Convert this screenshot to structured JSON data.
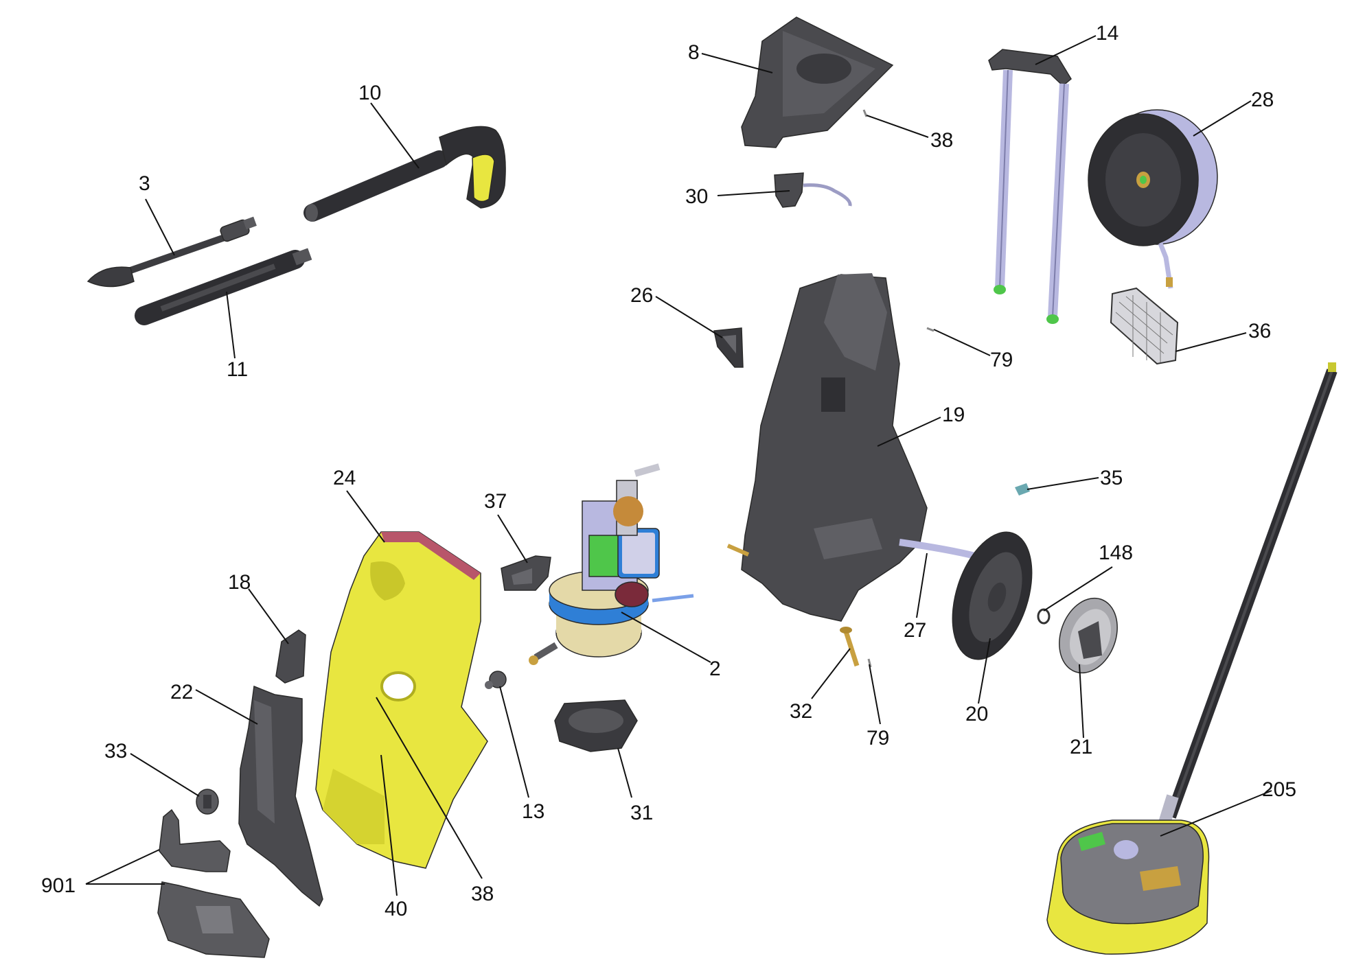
{
  "colors": {
    "body_dark": "#4a4a4e",
    "body_mid": "#66666b",
    "accent_yellow": "#e8e640",
    "pump_green": "#4fc64a",
    "pump_blue": "#2f7fd6",
    "tube_lavender": "#b8b8e0",
    "cap_cream": "#e4d9a8",
    "brass": "#c8a040",
    "teal": "#6aa8b0",
    "leader": "#111111"
  },
  "parts": [
    {
      "id": "p3",
      "label": "3"
    },
    {
      "id": "p10",
      "label": "10"
    },
    {
      "id": "p11",
      "label": "11"
    },
    {
      "id": "p8",
      "label": "8"
    },
    {
      "id": "p38a",
      "label": "38"
    },
    {
      "id": "p30",
      "label": "30"
    },
    {
      "id": "p14",
      "label": "14"
    },
    {
      "id": "p28",
      "label": "28"
    },
    {
      "id": "p36",
      "label": "36"
    },
    {
      "id": "p26",
      "label": "26"
    },
    {
      "id": "p79a",
      "label": "79"
    },
    {
      "id": "p19",
      "label": "19"
    },
    {
      "id": "p35",
      "label": "35"
    },
    {
      "id": "p24",
      "label": "24"
    },
    {
      "id": "p37",
      "label": "37"
    },
    {
      "id": "p18",
      "label": "18"
    },
    {
      "id": "p148",
      "label": "148"
    },
    {
      "id": "p2",
      "label": "2"
    },
    {
      "id": "p27",
      "label": "27"
    },
    {
      "id": "p22",
      "label": "22"
    },
    {
      "id": "p32",
      "label": "32"
    },
    {
      "id": "p20",
      "label": "20"
    },
    {
      "id": "p79b",
      "label": "79"
    },
    {
      "id": "p21",
      "label": "21"
    },
    {
      "id": "p33",
      "label": "33"
    },
    {
      "id": "p13",
      "label": "13"
    },
    {
      "id": "p31",
      "label": "31"
    },
    {
      "id": "p205",
      "label": "205"
    },
    {
      "id": "p901",
      "label": "901"
    },
    {
      "id": "p38b",
      "label": "38"
    },
    {
      "id": "p40",
      "label": "40"
    }
  ]
}
